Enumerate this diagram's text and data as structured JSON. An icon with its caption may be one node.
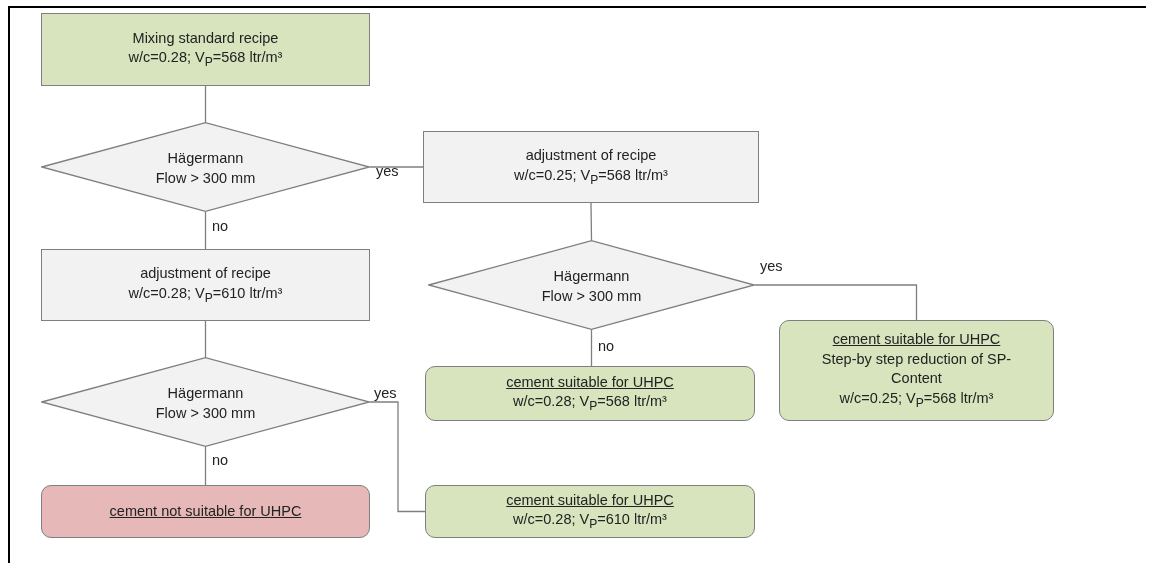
{
  "diagram": {
    "nodes": [
      {
        "text": [
          "Mixing standard recipe",
          "w/c=0.28; V$_{P}$=568 ltr/m³"
        ]
      },
      {
        "text": [
          "Hägermann",
          "Flow > 300 mm"
        ]
      },
      {
        "text": [
          "adjustment of recipe",
          "w/c=0.25; V$_{P}$=568 ltr/m³"
        ]
      },
      {
        "text": [
          "adjustment of recipe",
          "w/c=0.28; V$_{P}$=610 ltr/m³"
        ]
      },
      {
        "text": [
          "Hägermann",
          "Flow > 300 mm"
        ]
      },
      {
        "text": [
          "Hägermann",
          "Flow > 300 mm"
        ]
      },
      {
        "text": [
          "cement suitable for UHPC",
          "w/c=0.28; V$_{P}$=568 ltr/m³"
        ]
      },
      {
        "text": [
          "cement suitable for UHPC",
          "Step-by step reduction of SP-Content",
          "w/c=0.25; V$_{P}$=568 ltr/m³"
        ]
      },
      {
        "text": [
          "cement not suitable for UHPC"
        ]
      },
      {
        "text": [
          "cement suitable for UHPC",
          "w/c=0.28; V$_{P}$=610 ltr/m³"
        ]
      }
    ],
    "edges": [
      {
        "from": 0,
        "to": 1,
        "arrow": "none"
      },
      {
        "from": 1,
        "to": 2,
        "arrow": "none",
        "label": "yes"
      },
      {
        "from": 1,
        "to": 3,
        "arrow": "none",
        "label": "no"
      },
      {
        "from": 2,
        "to": 5,
        "arrow": "none"
      },
      {
        "from": 5,
        "to": 7,
        "arrow": "none",
        "label": "yes"
      },
      {
        "from": 5,
        "to": 6,
        "arrow": "none",
        "label": "no"
      },
      {
        "from": 3,
        "to": 4,
        "arrow": "none"
      },
      {
        "from": 4,
        "to": 8,
        "arrow": "none",
        "label": "no"
      },
      {
        "from": 4,
        "to": 9,
        "arrow": "none",
        "label": "yes"
      }
    ]
  }
}
